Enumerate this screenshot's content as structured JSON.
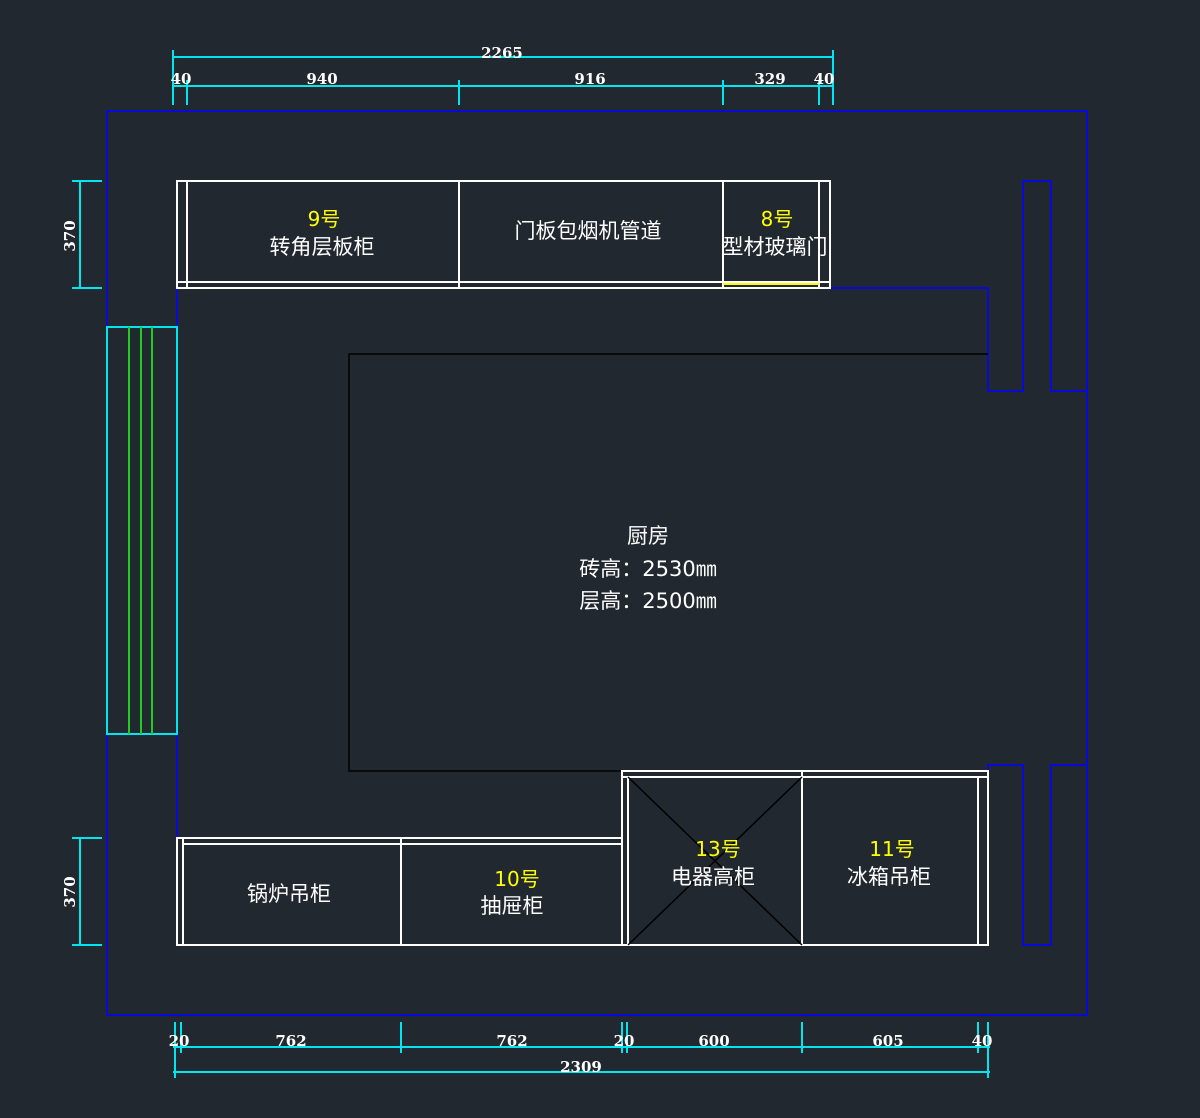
{
  "drawing": {
    "room": {
      "name": "厨房",
      "tile_height": "砖高：2530㎜",
      "floor_height": "层高：2500㎜"
    },
    "top_dims": {
      "total": "2265",
      "segments": [
        "40",
        "940",
        "916",
        "329",
        "40"
      ]
    },
    "bottom_dims": {
      "total": "2309",
      "segments": [
        "20",
        "762",
        "762",
        "20",
        "600",
        "605",
        "40"
      ]
    },
    "left_dims": [
      "370",
      "370"
    ],
    "cabinets": [
      {
        "number": "9号",
        "name": "转角层板柜"
      },
      {
        "number": "",
        "name": "门板包烟机管道"
      },
      {
        "number": "8号",
        "name": "型材玻璃门"
      },
      {
        "number": "",
        "name": "锅炉吊柜"
      },
      {
        "number": "10号",
        "name": "抽屉柜"
      },
      {
        "number": "13号",
        "name": "电器高柜"
      },
      {
        "number": "11号",
        "name": "冰箱吊柜"
      }
    ],
    "colors": {
      "background": "#212830",
      "wall": "#0a0ad8",
      "dimension": "#00e5ee",
      "number": "#ffff00",
      "window": "#22cc22"
    }
  }
}
